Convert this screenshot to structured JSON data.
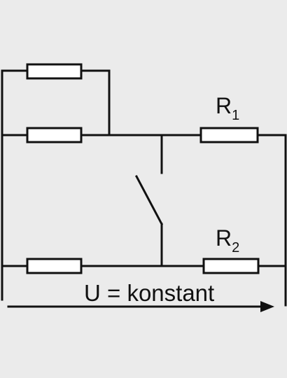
{
  "labels": {
    "r1": {
      "main": "R",
      "sub": "1"
    },
    "r2": {
      "main": "R",
      "sub": "2"
    },
    "voltage": "U = konstant"
  },
  "colors": {
    "background": "#ebebeb",
    "line": "#111111",
    "resistor_fill": "#ffffff"
  },
  "switch": {
    "state": "open"
  }
}
